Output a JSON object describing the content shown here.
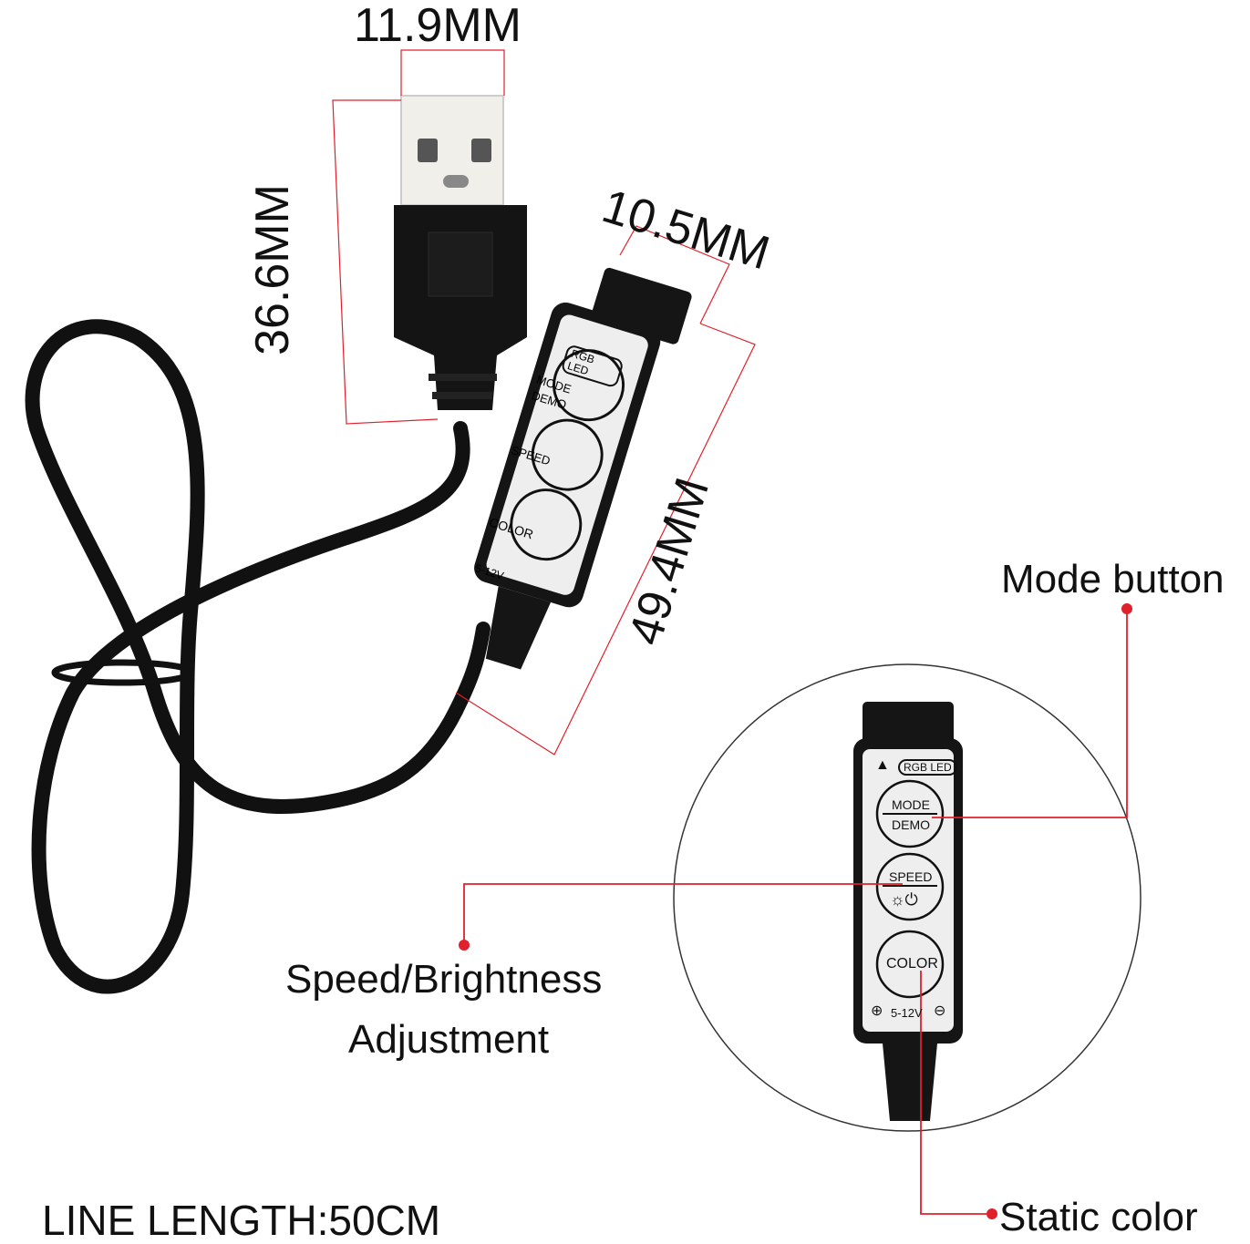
{
  "dimensions": {
    "usb_width": "11.9MM",
    "usb_length": "36.6MM",
    "controller_width": "10.5MM",
    "controller_length": "49.4MM"
  },
  "controller": {
    "label_badge": "RGB LED",
    "button_mode_top": "MODE",
    "button_mode_bottom": "DEMO",
    "button_speed": "SPEED",
    "button_color": "COLOR",
    "voltage": "5-12V"
  },
  "callouts": {
    "mode": "Mode button",
    "speed_line1": "Speed/Brightness",
    "speed_line2": "Adjustment",
    "color": "Static color"
  },
  "footer": {
    "line_length": "LINE LENGTH:50CM"
  },
  "colors": {
    "leader_line": "#e0202a",
    "body": "#151515",
    "panel": "#eeeeee"
  }
}
